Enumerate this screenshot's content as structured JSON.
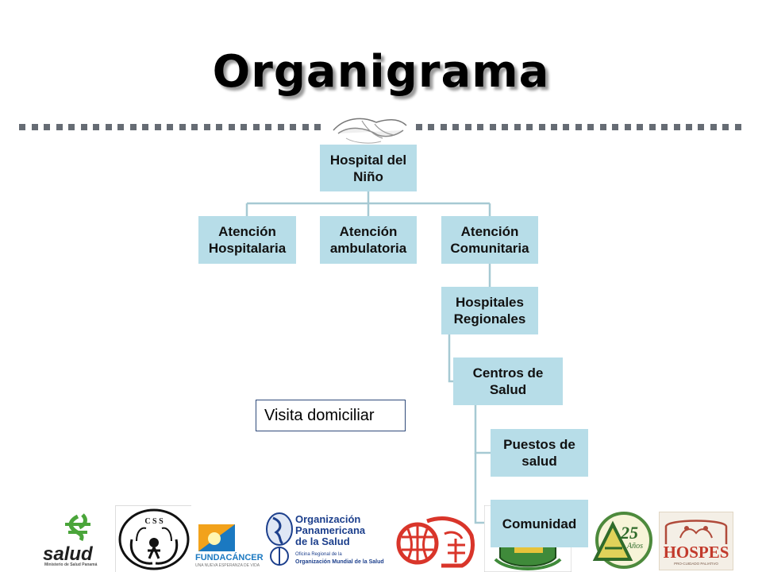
{
  "title": "Organigrama",
  "nodes": {
    "root": "Hospital del Niño",
    "hospitalaria": "Atención Hospitalaria",
    "ambulatoria": "Atención ambulatoria",
    "comunitaria": "Atención Comunitaria",
    "regionales": "Hospitales Regionales",
    "centros": "Centros de Salud",
    "puestos": "Puestos de salud",
    "comunidad": "Comunidad"
  },
  "callout": "Visita domiciliar",
  "logos": {
    "salud": {
      "name": "salud",
      "sub": "Ministerio de Salud Panamá"
    },
    "css": {
      "name": "C S S"
    },
    "fundacancer": {
      "name": "FUNDACÁNCER",
      "sub": "UNA NUEVA ESPERANZA DE VIDA"
    },
    "ops": {
      "line1": "Organización",
      "line2": "Panamericana",
      "line3": "de la Salud",
      "line4": "Oficina Regional de la",
      "line5": "Organización Mundial de la Salud"
    },
    "anniversary": {
      "number": "25",
      "word": "Años"
    },
    "hospes": {
      "name": "HOSPES",
      "sub": "PRO-CUIDADO PALIATIVO"
    }
  },
  "colors": {
    "node_fill": "#b7dde8",
    "connector": "#a6c9d3",
    "dots": "#666c74",
    "callout_border": "#2f4a7a"
  }
}
